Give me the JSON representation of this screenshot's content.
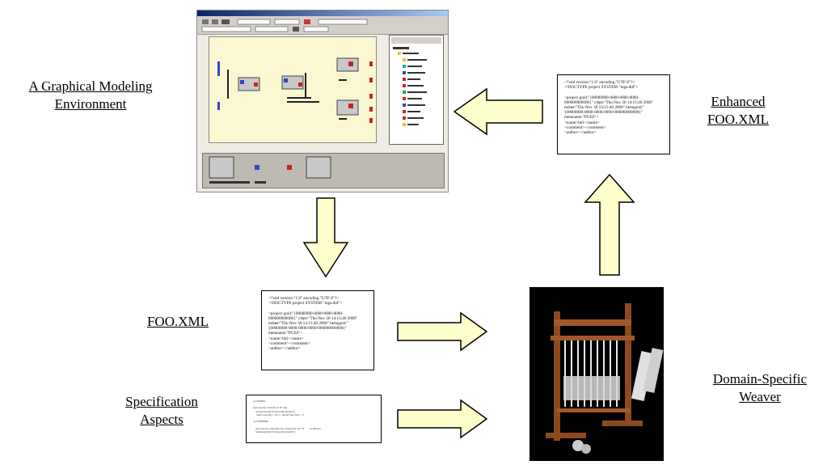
{
  "labels": {
    "gme": "A Graphical Modeling Environment",
    "enhanced": "Enhanced FOO.XML",
    "foo": "FOO.XML",
    "spec": "Specification Aspects",
    "weaver": "Domain-Specific Weaver"
  },
  "documents": {
    "enhanced_xml": "<?xml version:\"1.0\" encoding:\"UTF-8\"?>\n<!DOCTYPE project SYSTEM \"mga.dtd\">\n\n<project guid:\"{00000000-0000-0000-0000-000000000000}\" cdate:\"Thu Nov 30 14:15:40 2000\" mdate:\"Thu Nov 30 14:15:40 2000\" metaguid:\"{00000000-0000-0000-0000-000000000000}\" metaname:\"PCES\">\n<name>bit1</name>\n<comment></comment>\n<author></author>",
    "foo_xml": "<?xml version:\"1.0\" encoding:\"UTF-8\"?>\n<!DOCTYPE project SYSTEM \"mga.dtd\">\n\n<project guid:\"{00000000-0000-0000-0000-000000000000}\" cdate:\"Thu Nov 30 14:15:40 2000\" mdate:\"Thu Nov 30 14:15:40 2000\" metaguid:\"{00000000-0000-0000-0000-000000000000}\" metaname:\"PCES\">\n<name>bit1</name>\n<comment></comment>\n<author></author>",
    "spec_aspects": "root PESBFA\n\napply aspect(a constraint_in \"B\" aria)\n    certainconstraint(\"(FrameworkConstraint\"))\n      then(c.constraint: c.\"bit\") ... (Root(Frame) (all(c, ??)\n\nroot PESBFHmu\n\n    apply aspect(a_constraint(a bit) con(aspects2 with \"B\"      .. ow.lillitude)\n    certainconstraint(\"(FrameworkConstraint\"))"
  },
  "colors": {
    "arrow_fill": "#ffffcc",
    "arrow_stroke": "#000000",
    "canvas_bg": "#fbf7d0"
  }
}
